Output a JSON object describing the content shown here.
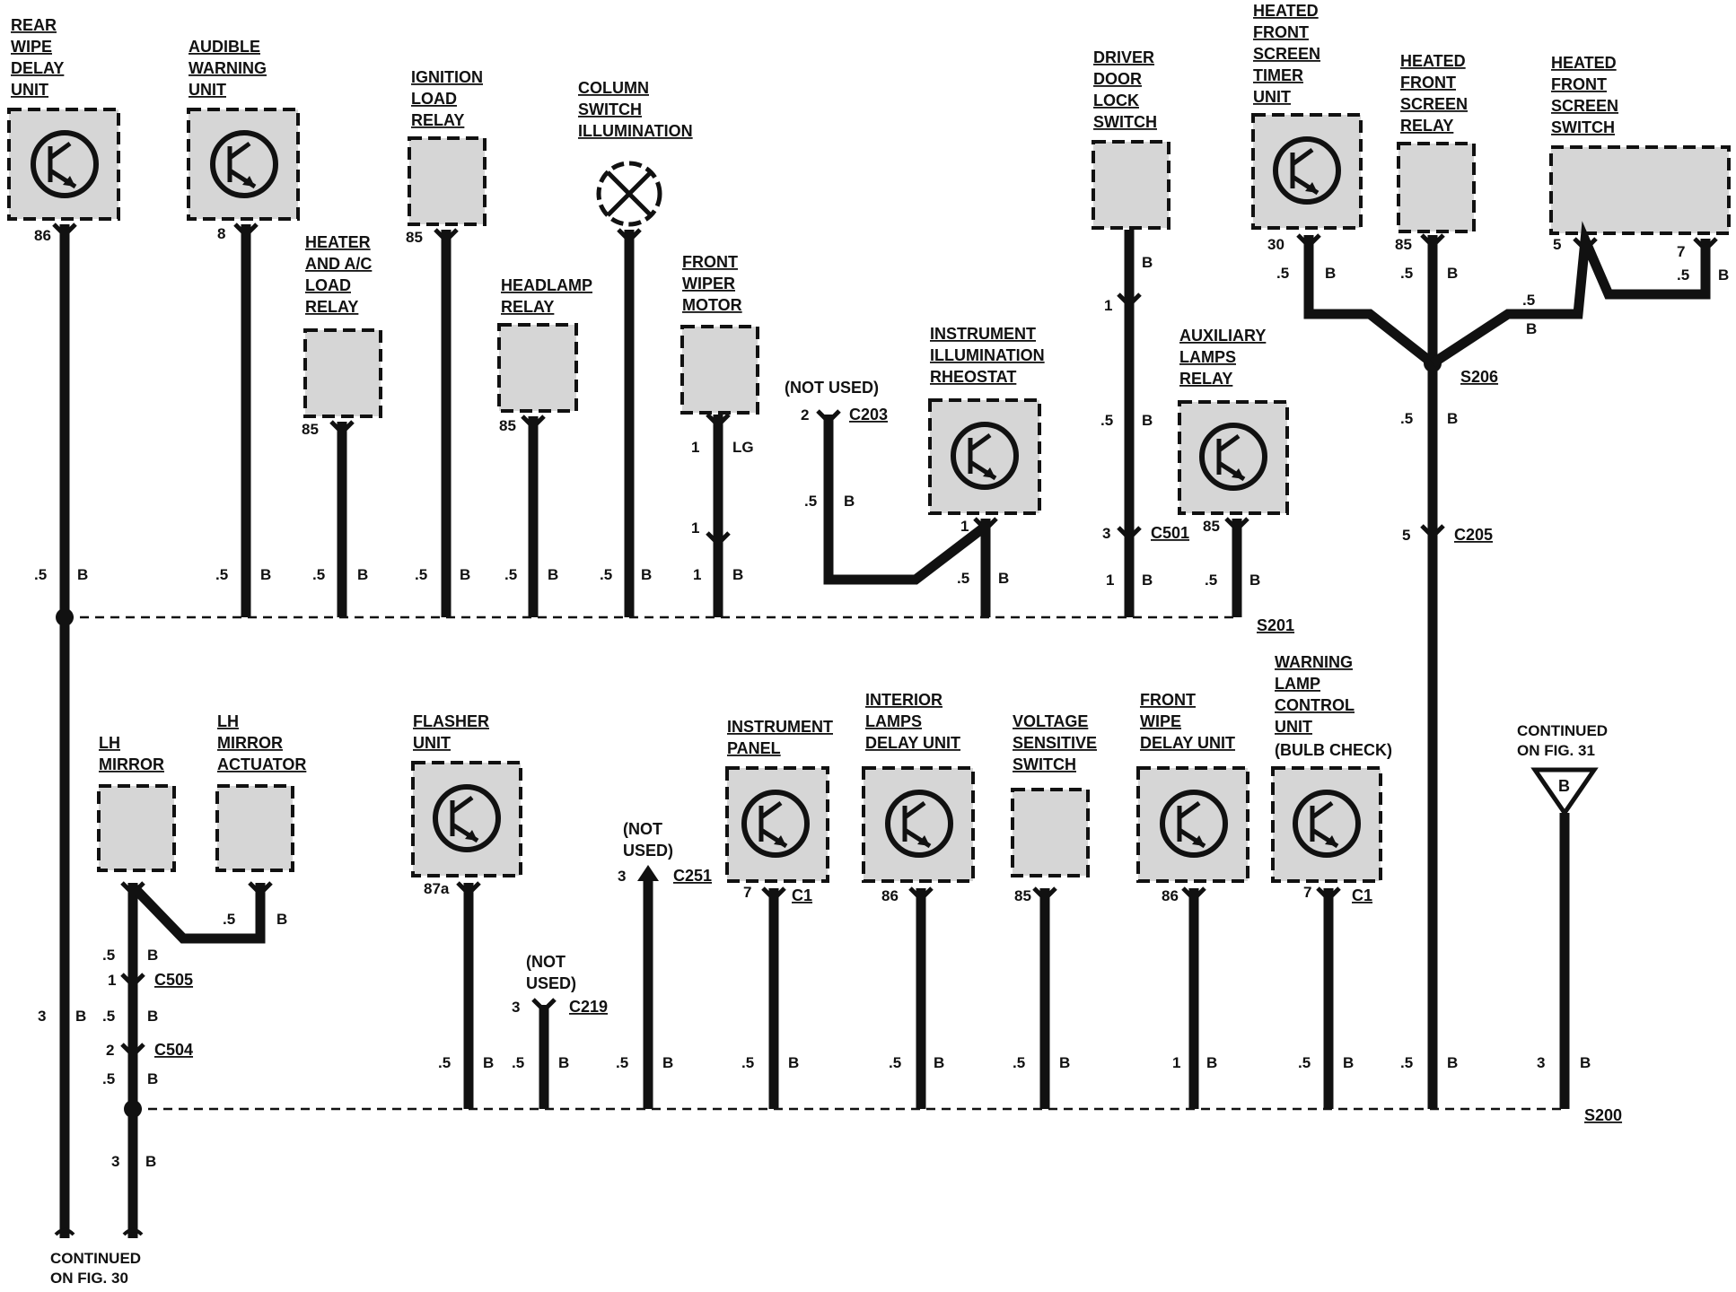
{
  "components": {
    "rear_wipe_delay": [
      "REAR",
      "WIPE",
      "DELAY",
      "UNIT"
    ],
    "audible_warning": [
      "AUDIBLE",
      "WARNING",
      "UNIT"
    ],
    "ignition_load_relay": [
      "IGNITION",
      "LOAD",
      "RELAY"
    ],
    "column_switch_illum": [
      "COLUMN",
      "SWITCH",
      "ILLUMINATION"
    ],
    "heater_ac_relay": [
      "HEATER",
      "AND A/C",
      "LOAD",
      "RELAY"
    ],
    "headlamp_relay": [
      "HEADLAMP",
      "RELAY"
    ],
    "front_wiper_motor": [
      "FRONT",
      "WIPER",
      "MOTOR"
    ],
    "not_used_c203": "(NOT USED)",
    "instr_illum_rheostat": [
      "INSTRUMENT",
      "ILLUMINATION",
      "RHEOSTAT"
    ],
    "driver_door_lock": [
      "DRIVER",
      "DOOR",
      "LOCK",
      "SWITCH"
    ],
    "aux_lamps_relay": [
      "AUXILIARY",
      "LAMPS",
      "RELAY"
    ],
    "hfs_timer": [
      "HEATED",
      "FRONT",
      "SCREEN",
      "TIMER",
      "UNIT"
    ],
    "hfs_relay": [
      "HEATED",
      "FRONT",
      "SCREEN",
      "RELAY"
    ],
    "hfs_switch": [
      "HEATED",
      "FRONT",
      "SCREEN",
      "SWITCH"
    ],
    "lh_mirror": [
      "LH",
      "MIRROR"
    ],
    "lh_mirror_actuator": [
      "LH",
      "MIRROR",
      "ACTUATOR"
    ],
    "flasher_unit": [
      "FLASHER",
      "UNIT"
    ],
    "not_used_c219": [
      "(NOT",
      "USED)"
    ],
    "not_used_c251": [
      "(NOT",
      "USED)"
    ],
    "instrument_panel": [
      "INSTRUMENT",
      "PANEL"
    ],
    "interior_lamps": [
      "INTERIOR",
      "LAMPS",
      "DELAY UNIT"
    ],
    "voltage_sensitive": [
      "VOLTAGE",
      "SENSITIVE",
      "SWITCH"
    ],
    "front_wipe_delay": [
      "FRONT",
      "WIPE",
      "DELAY UNIT"
    ],
    "warning_lamp": [
      "WARNING",
      "LAMP",
      "CONTROL",
      "UNIT",
      "(BULB CHECK)"
    ],
    "continued_31": [
      "CONTINUED",
      "ON FIG. 31"
    ],
    "continued_30": [
      "CONTINUED",
      "ON FIG. 30"
    ],
    "connector_b": "B"
  },
  "splices": {
    "s200": "S200",
    "s201": "S201",
    "s206": "S206"
  },
  "connectors": {
    "c203": "C203",
    "c205": "C205",
    "c501": "C501",
    "c505": "C505",
    "c504": "C504",
    "c219": "C219",
    "c251": "C251",
    "c1": "C1"
  },
  "pins": {
    "p86": "86",
    "p8": "8",
    "p85": "85",
    "p87a": "87a",
    "p30": "30",
    "p1": "1",
    "p2": "2",
    "p3": "3",
    "p5": "5",
    "p7": "7"
  },
  "wires": {
    "g05": ".5",
    "g1": "1",
    "g3": "3",
    "b": "B",
    "lg": "LG"
  }
}
